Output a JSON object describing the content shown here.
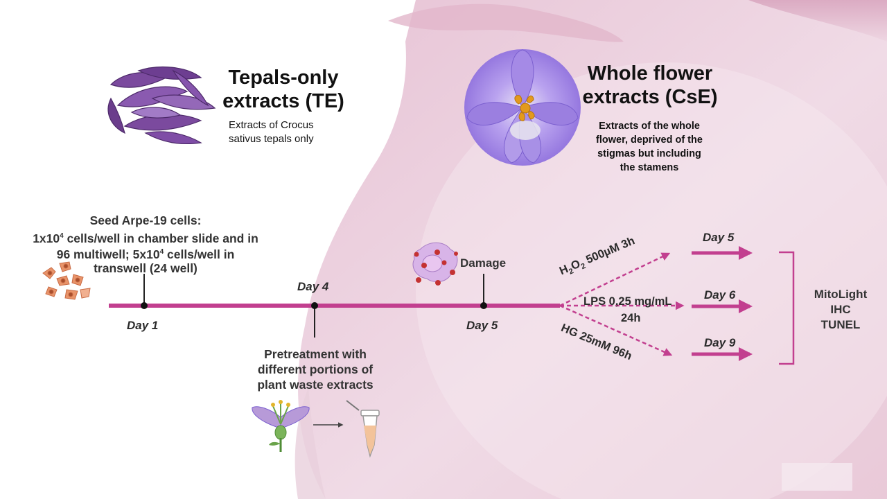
{
  "tepals": {
    "title_line1": "Tepals-only",
    "title_line2": "extracts (TE)",
    "desc_line1": "Extracts of Crocus",
    "desc_line2": "sativus tepals only"
  },
  "whole_flower": {
    "title_line1": "Whole flower",
    "title_line2": "extracts (CsE)",
    "desc_line1": "Extracts of the whole",
    "desc_line2": "flower, deprived of the",
    "desc_line3": "stigmas but including",
    "desc_line4": "the stamens"
  },
  "seed": {
    "line1": "Seed Arpe-19 cells:",
    "line2_pre": "1x10",
    "line2_sup": "4",
    "line2_post": " cells/well in chamber slide and in",
    "line3_pre": "96 multiwell; 5x10",
    "line3_sup": "4",
    "line3_post": " cells/well in",
    "line4": "transwell (24 well)"
  },
  "timeline": {
    "day1": "Day 1",
    "day4": "Day 4",
    "day5": "Day 5",
    "damage": "Damage"
  },
  "pretreatment": {
    "line1": "Pretreatment with",
    "line2": "different portions of",
    "line3": "plant waste extracts"
  },
  "conditions": {
    "h2o2_a": "H",
    "h2o2_sub1": "2",
    "h2o2_b": "O",
    "h2o2_sub2": "2",
    "h2o2_c": " 500µM 3h",
    "lps_line1": "LPS 0,25 mg/mL",
    "lps_line2": "24h",
    "hg": "HG 25mM 96h"
  },
  "endpoints": {
    "day_a": "Day 5",
    "day_b": "Day 6",
    "day_c": "Day 9"
  },
  "readouts": {
    "line1": "MitoLight",
    "line2": "IHC",
    "line3": "TUNEL"
  },
  "colors": {
    "accent": "#C23F8F",
    "background_wash": "#E6C6D6",
    "petal_purple": "#7B4A9E",
    "crocus_lilac": "#A58AE6",
    "stigma_orange": "#E39A1C",
    "cell_orange": "#E8946A"
  }
}
